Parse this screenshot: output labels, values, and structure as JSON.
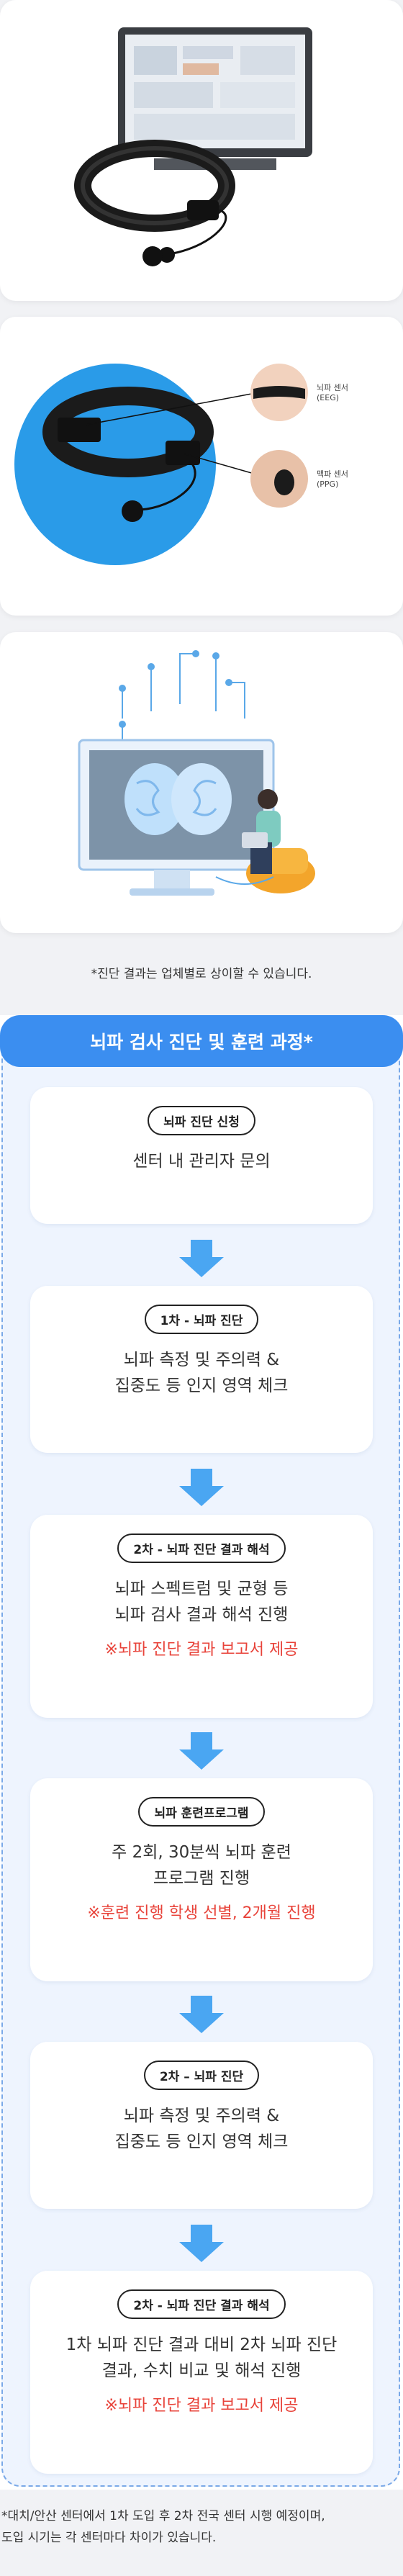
{
  "disclaimer_top": "*진단 결과는 업체별로 상이할 수 있습니다.",
  "card2": {
    "sensor1_label_line1": "뇌파 센서",
    "sensor1_label_line2": "(EEG)",
    "sensor2_label_line1": "맥파 센서",
    "sensor2_label_line2": "(PPG)"
  },
  "process": {
    "title": "뇌파 검사 진단 및 훈련 과정*",
    "steps": [
      {
        "badge": "뇌파 진단 신청",
        "lines": [
          "센터 내 관리자 문의"
        ],
        "note": ""
      },
      {
        "badge": "1차 - 뇌파 진단",
        "lines": [
          "뇌파 측정 및 주의력 &",
          "집중도 등 인지 영역 체크"
        ],
        "note": ""
      },
      {
        "badge": "2차 - 뇌파 진단 결과 해석",
        "lines": [
          "뇌파 스펙트럼 및 균형 등",
          "뇌파 검사 결과 해석 진행"
        ],
        "note": "※뇌파 진단 결과 보고서 제공"
      },
      {
        "badge": "뇌파 훈련프로그램",
        "lines": [
          "주 2회, 30분씩 뇌파 훈련",
          "프로그램 진행"
        ],
        "note": "※훈련 진행 학생 선별, 2개월 진행"
      },
      {
        "badge": "2차 – 뇌파 진단",
        "lines": [
          "뇌파 측정 및 주의력 &",
          "집중도 등 인지 영역 체크"
        ],
        "note": ""
      },
      {
        "badge": "2차 - 뇌파 진단 결과 해석",
        "lines": [
          "1차 뇌파 진단 결과 대비 2차 뇌파 진단",
          "결과, 수치 비교 및 해석 진행"
        ],
        "note": "※뇌파 진단 결과 보고서 제공"
      }
    ]
  },
  "footer": {
    "line1": "*대치/안산 센터에서 1차 도입 후 2차 전국 센터 시행 예정이며,",
    "line2": "도입 시기는 각 센터마다 차이가 있습니다."
  },
  "colors": {
    "accent": "#3b8ef0",
    "arrow": "#4aa6f2",
    "note": "#e8433a",
    "circle": "#2a9be8"
  }
}
